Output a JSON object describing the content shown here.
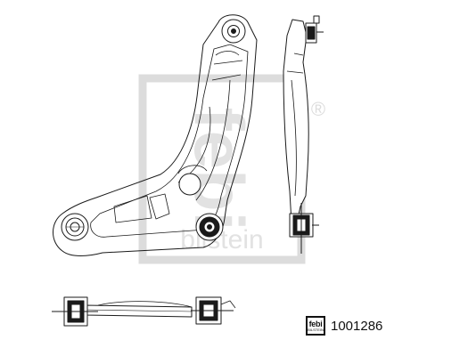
{
  "watermark": {
    "logo_word": "febi",
    "brand_word": "bilstein",
    "registered_mark": "®",
    "color": "#dcdcdc"
  },
  "badge": {
    "logo_word": "febi",
    "logo_sub": "BILSTEIN",
    "part_number": "1001286"
  },
  "colors": {
    "line": "#1a1a1a",
    "background": "#ffffff"
  }
}
